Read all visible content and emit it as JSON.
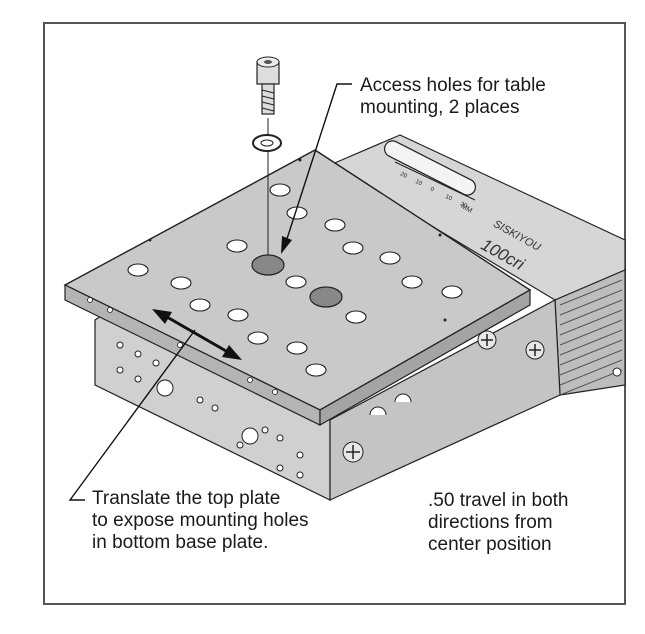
{
  "callouts": {
    "access_holes": "Access holes for table\nmounting,  2 places",
    "translate": "Translate the top plate\nto expose mounting holes\nin bottom base plate.",
    "travel": ".50 travel in both\ndirections from\ncenter position"
  },
  "product": {
    "brand": "SISKIYOU",
    "model": "100cri",
    "scale_unit": "MM",
    "scale_numbers": [
      "20",
      "10",
      "0",
      "10",
      "20"
    ]
  },
  "colors": {
    "plate_top": "#c9c9c9",
    "plate_side": "#a9a9a9",
    "plate_front": "#bdbdbd",
    "base": "#d4d4d4",
    "outline": "#222222",
    "frame": "#555555"
  }
}
